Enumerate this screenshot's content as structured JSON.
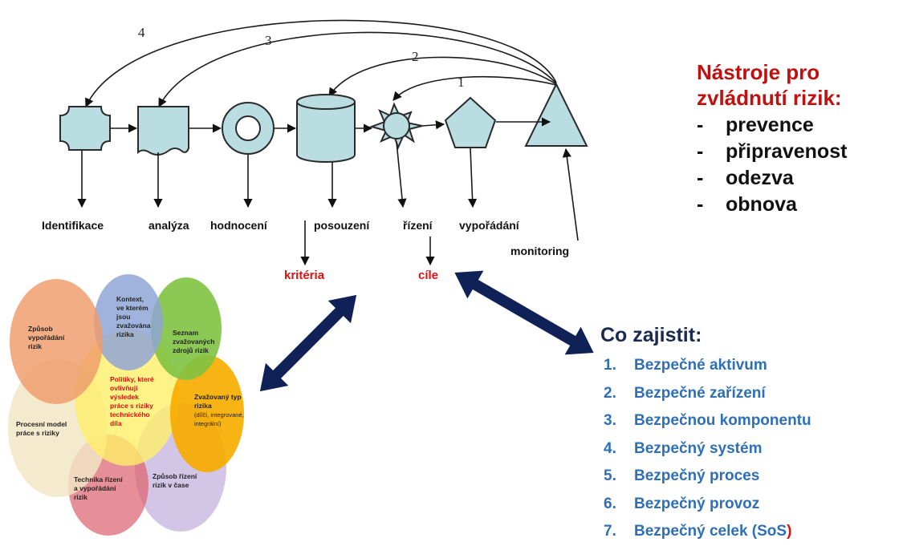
{
  "process": {
    "loop_numbers": [
      "4",
      "3",
      "2",
      "1"
    ],
    "stages": [
      "Identifikace",
      "analýza",
      "hodnocení",
      "posouzení",
      "řízení",
      "vypořádání",
      "monitoring"
    ],
    "criteria_label": "kritéria",
    "goals_label": "cíle"
  },
  "tools": {
    "title_line1": "Nástroje pro",
    "title_line2": "zvládnutí rizik:",
    "dash": "-",
    "items": [
      "prevence",
      "připravenost",
      "odezva",
      "obnova"
    ]
  },
  "ensure": {
    "title": "Co zajistit:",
    "items": [
      {
        "n": "1.",
        "text": "Bezpečné aktivum"
      },
      {
        "n": "2.",
        "text": "Bezpečné zařízení"
      },
      {
        "n": "3.",
        "text": "Bezpečnou komponentu"
      },
      {
        "n": "4.",
        "text": "Bezpečný systém"
      },
      {
        "n": "5.",
        "text": "Bezpečný proces"
      },
      {
        "n": "6.",
        "text": "Bezpečný provoz"
      },
      {
        "n": "7.",
        "text": "Bezpečný celek (SoS",
        "accent": ")"
      }
    ]
  },
  "venn": {
    "context": [
      "Kontext,",
      "ve kterém",
      "jsou",
      "zvažována",
      "rizika"
    ],
    "treatment_method": [
      "Způsob",
      "vypořádání",
      "rizik"
    ],
    "sources": [
      "Seznam",
      "zvažovaných",
      "zdrojů rizik"
    ],
    "policies": [
      "Politiky, které",
      "ovlivňují",
      "výsledek",
      "práce s riziky",
      "technického",
      "díla"
    ],
    "process_model": [
      "Procesní model",
      "práce s riziky"
    ],
    "risk_type": [
      "Zvažovaný typ",
      "rizika"
    ],
    "risk_type_sub": [
      "(dílčí, integrované,",
      "integrální)"
    ],
    "technique": [
      "Technika řízení",
      "a vypořádání",
      "rizik"
    ],
    "time_method": [
      "Způsob řízení",
      "rizik v čase"
    ]
  },
  "colors": {
    "shape_fill": "#b9dde1",
    "tools_title": "#c01010",
    "ensure_title": "#1a2a50",
    "ensure_items": "#2e6fb5",
    "accent_red": "#e01010",
    "double_arrow": "#0f2157",
    "venn_orange": "#ef9b6a",
    "venn_blue": "#8fa6d6",
    "venn_green": "#7fc241",
    "venn_yellow": "#fff06a",
    "venn_amber": "#f7ad00",
    "venn_beige": "#f2e6c6",
    "venn_rose": "#de6470",
    "venn_lilac": "#cdbde2"
  }
}
